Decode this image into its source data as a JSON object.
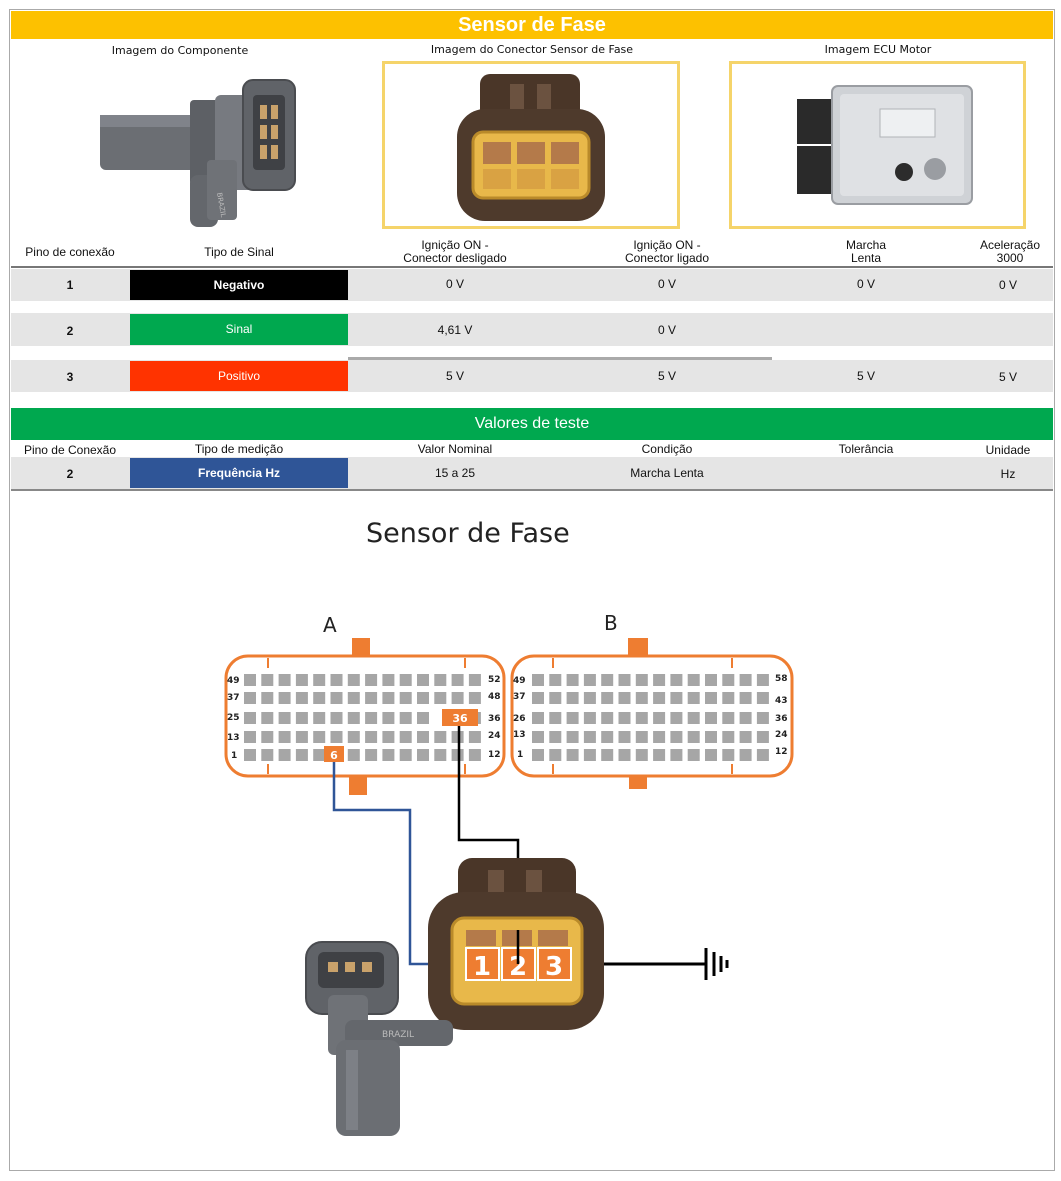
{
  "header": {
    "title": "Sensor de Fase"
  },
  "images": {
    "component_caption": "Imagem do Componente",
    "connector_caption": "Imagem do Conector Sensor de Fase",
    "ecu_caption": "Imagem ECU Motor",
    "sensor_stamp": "BRAZIL"
  },
  "pin_table": {
    "headers": [
      "Pino de conexão",
      "Tipo de Sinal",
      "Ignição ON -\nConector desligado",
      "Ignição ON -\nConector ligado",
      "Marcha\nLenta",
      "Aceleração\n3000"
    ],
    "rows": [
      {
        "pin": "1",
        "signal": "Negativo",
        "color": "#000000",
        "ign_off": "0 V",
        "ign_on": "0 V",
        "idle": "0 V",
        "accel": "0 V"
      },
      {
        "pin": "2",
        "signal": "Sinal",
        "color": "#00a84f",
        "ign_off": "4,61 V",
        "ign_on": "0 V",
        "idle": "",
        "accel": ""
      },
      {
        "pin": "3",
        "signal": "Positivo",
        "color": "#ff3300",
        "ign_off": "5 V",
        "ign_on": "5 V",
        "idle": "5 V",
        "accel": "5 V"
      }
    ]
  },
  "test_values": {
    "title": "Valores de teste",
    "headers": [
      "Pino de Conexão",
      "Tipo de medição",
      "Valor Nominal",
      "Condição",
      "Tolerância",
      "Unidade"
    ],
    "row": {
      "pin": "2",
      "type": "Frequência Hz",
      "type_color": "#2f5597",
      "nominal": "15 a 25",
      "condition": "Marcha Lenta",
      "tolerance": "",
      "unit": "Hz"
    }
  },
  "diagram": {
    "title": "Sensor de Fase",
    "connector_a": {
      "label": "A",
      "left_numbers": [
        "49",
        "37",
        "25",
        "13",
        "1"
      ],
      "right_numbers": [
        "52",
        "48",
        "36",
        "24",
        "12"
      ]
    },
    "connector_b": {
      "label": "B",
      "left_numbers": [
        "49",
        "37",
        "26",
        "13",
        "1"
      ],
      "right_numbers": [
        "58",
        "43",
        "36",
        "24",
        "12"
      ]
    },
    "highlighted_pins": [
      "36",
      "6"
    ],
    "sensor_pins": [
      "1",
      "2",
      "3"
    ],
    "colors": {
      "accent": "#ee7d31",
      "pin_gray": "#a6a6a6",
      "wire_blue": "#2f5597",
      "wire_black": "#000000"
    }
  }
}
